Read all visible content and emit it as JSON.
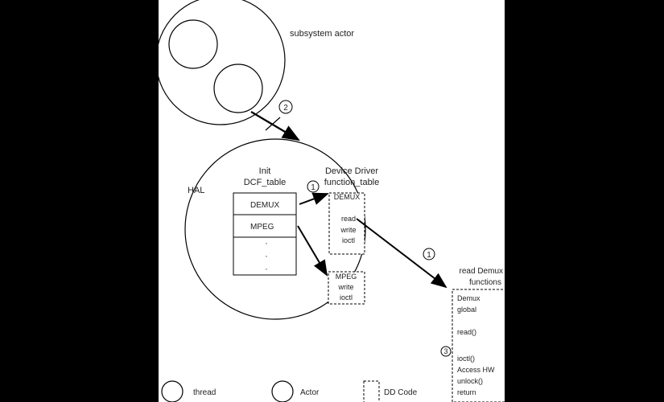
{
  "labels": {
    "subsystem_actor": "subsystem actor",
    "hal": "HAL",
    "init_title_1": "Init",
    "init_title_2": "DCF_table",
    "dd_title_1": "Device Driver",
    "dd_title_2": "function_table",
    "read_demux_title_1": "read Demux",
    "read_demux_title_2": "functions"
  },
  "init_table": {
    "rows": [
      "DEMUX",
      "MPEG"
    ],
    "ellipsis": [
      "·",
      "·",
      "·"
    ]
  },
  "demux_box": {
    "header": "DEMUX",
    "items": [
      "read",
      "write",
      "ioctl"
    ]
  },
  "mpeg_box": {
    "items": [
      "MPEG",
      "write",
      "ioctl"
    ]
  },
  "read_demux_box": {
    "lines": [
      "Demux",
      "global",
      "",
      "read()",
      "",
      "",
      "ioctl()",
      "Access HW",
      "unlock()",
      "return"
    ]
  },
  "markers": {
    "m2": "2",
    "m1_top": "1",
    "m1_right": "1",
    "m3": "3"
  },
  "legend": {
    "thread": "thread",
    "actor": "Actor",
    "dd_code": "DD Code"
  }
}
